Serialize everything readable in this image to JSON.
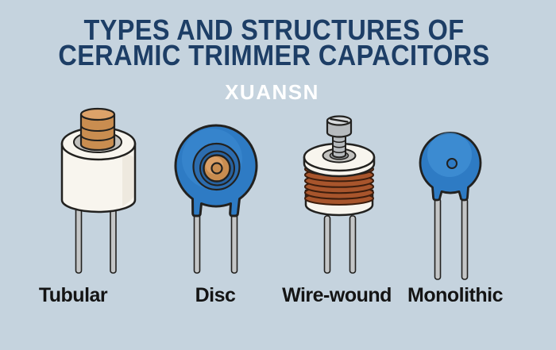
{
  "header": {
    "title_line1": "TYPES AND STRUCTURES OF",
    "title_line2": "CERAMIC TRIMMER CAPACITORS",
    "brand": "XUANSN"
  },
  "capacitors": [
    {
      "label": "Tubular"
    },
    {
      "label": "Disc"
    },
    {
      "label": "Wire-wound"
    },
    {
      "label": "Monolithic"
    }
  ],
  "colors": {
    "bg": "#c5d3de",
    "title": "#1d3e66",
    "brand": "#ffffff",
    "label": "#141414",
    "outline": "#22211f",
    "ceramic": "#f8f5ee",
    "ceramic-shade": "#eae4d8",
    "ring-gray": "#c2c1be",
    "copper": "#c98d50",
    "copper-light": "#dda269",
    "disc-blue": "#2e7bc4",
    "disc-blue-dark": "#2c6cae",
    "disc-blue-deep": "#27619e",
    "disc-blue-light": "#4190d6",
    "coil": "#a8552c",
    "coil-light": "#c06a3a",
    "coil-line": "#3c1d0d",
    "metal": "#b7bbbe",
    "metal-light": "#d8dbdd",
    "metal-dark": "#93979a",
    "lead": "#c4c6c7"
  }
}
